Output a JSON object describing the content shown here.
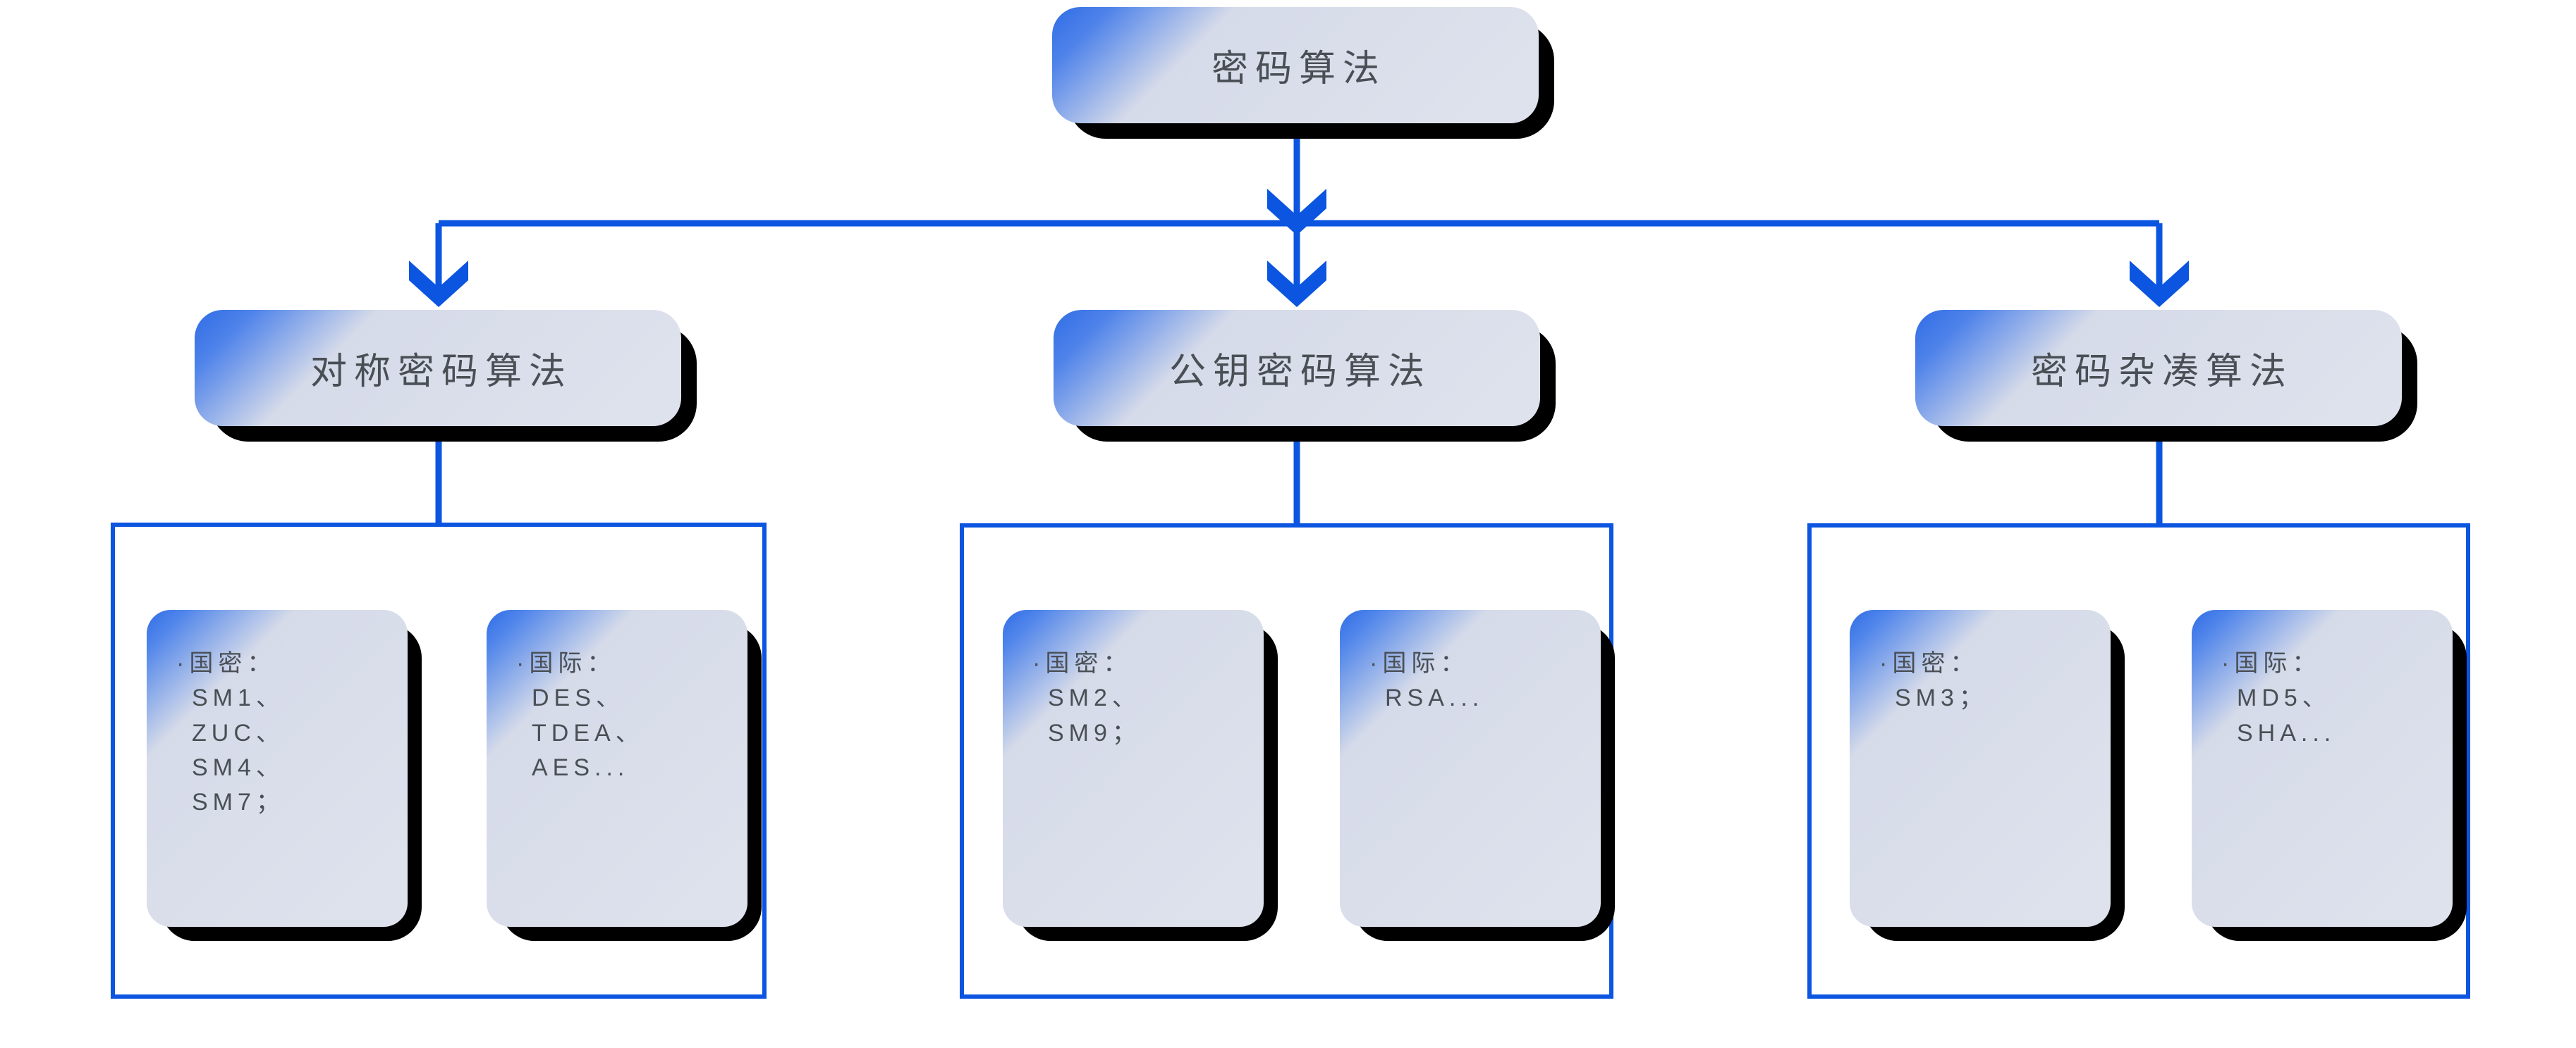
{
  "diagram": {
    "title_node": {
      "label": "密码算法"
    },
    "colors": {
      "connector": "#0b55e0",
      "group_border": "#0b55e0",
      "node_face_light": "#dfe3ed",
      "node_accent_blue": "#2f6ce5",
      "node_shadow": "#000000",
      "text": "#4a4f55"
    },
    "branches": [
      {
        "id": "symmetric",
        "label": "对称密码算法",
        "leaves": [
          {
            "id": "symmetric-domestic",
            "heading": "·国密：",
            "items": [
              "SM1、",
              "ZUC、",
              "SM4、",
              "SM7；"
            ]
          },
          {
            "id": "symmetric-international",
            "heading": "·国际：",
            "items": [
              "DES、",
              "TDEA、",
              "AES..."
            ]
          }
        ]
      },
      {
        "id": "public-key",
        "label": "公钥密码算法",
        "leaves": [
          {
            "id": "public-key-domestic",
            "heading": "·国密：",
            "items": [
              "SM2、",
              "SM9；"
            ]
          },
          {
            "id": "public-key-international",
            "heading": "·国际：",
            "items": [
              "RSA..."
            ]
          }
        ]
      },
      {
        "id": "hash",
        "label": "密码杂凑算法",
        "leaves": [
          {
            "id": "hash-domestic",
            "heading": "·国密：",
            "items": [
              "SM3；"
            ]
          },
          {
            "id": "hash-international",
            "heading": "·国际：",
            "items": [
              "MD5、",
              "SHA..."
            ]
          }
        ]
      }
    ]
  }
}
